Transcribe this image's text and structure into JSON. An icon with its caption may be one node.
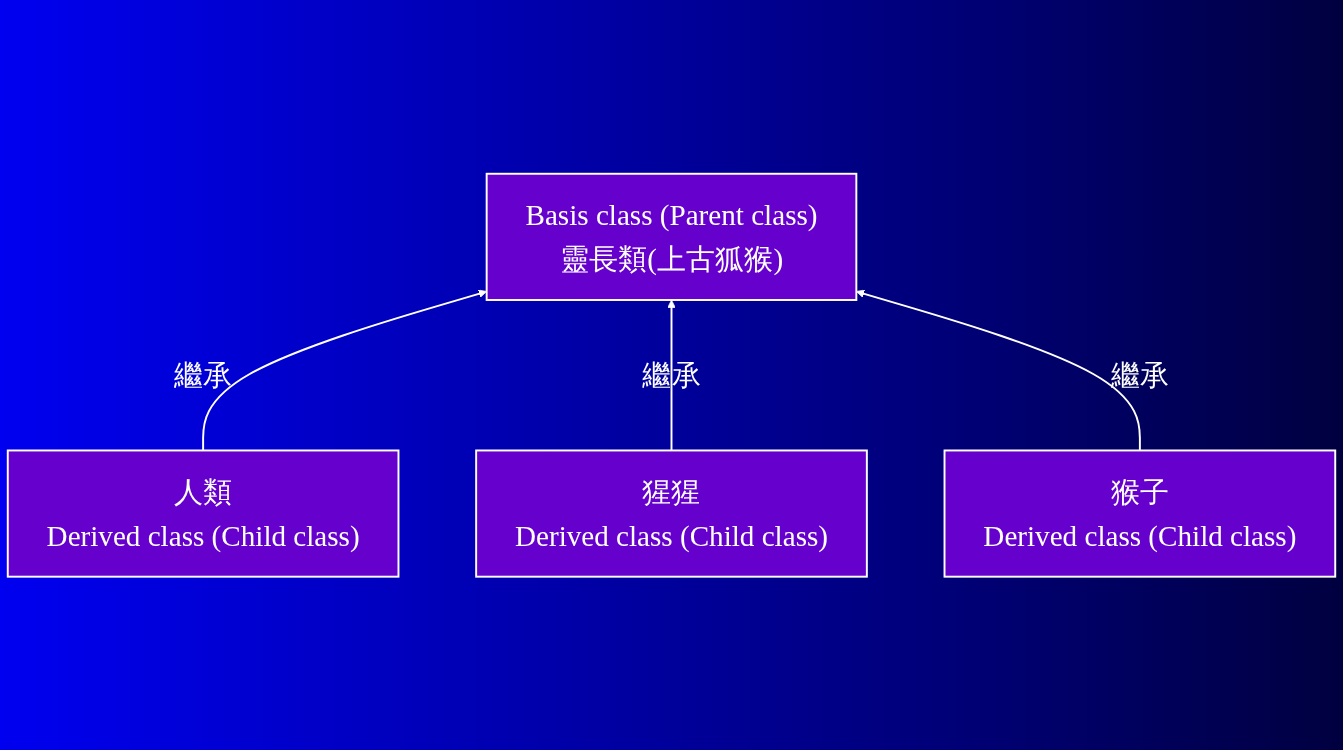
{
  "diagram": {
    "nodes": [
      {
        "text": [
          "Basis class (Parent class)",
          "靈長類(上古狐猴)"
        ]
      },
      {
        "text": [
          "人類",
          "Derived class (Child class)"
        ]
      },
      {
        "text": [
          "猩猩",
          "Derived class (Child class)"
        ]
      },
      {
        "text": [
          "猴子",
          "Derived class (Child class)"
        ]
      }
    ],
    "edges": [
      {
        "from": 1,
        "to": 0,
        "arrow": "to",
        "label": "繼承"
      },
      {
        "from": 2,
        "to": 0,
        "arrow": "to",
        "label": "繼承"
      },
      {
        "from": 3,
        "to": 0,
        "arrow": "to",
        "label": "繼承"
      }
    ]
  }
}
